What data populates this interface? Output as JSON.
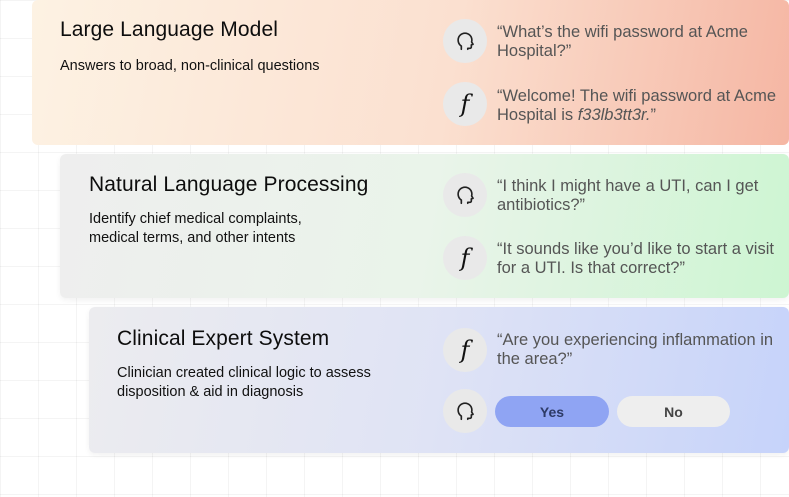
{
  "layers": [
    {
      "title": "Large Language Model",
      "description": "Answers to broad, non-clinical questions",
      "patient_message": "“What’s the wifi password at Acme Hospital?”",
      "bot_message_prefix": "“Welcome! The wifi password at Acme Hospital is ",
      "bot_message_code": "f33lb3tt3r.",
      "bot_message_suffix": "”"
    },
    {
      "title": "Natural Language Processing",
      "description": "Identify chief medical complaints, medical terms, and other intents",
      "patient_message": "“I think I might have a UTI, can I get antibiotics?”",
      "bot_message": "“It sounds like you’d like to start a visit for a UTI. Is that correct?”"
    },
    {
      "title": "Clinical Expert System",
      "description": "Clinician created clinical logic to assess disposition & aid in diagnosis",
      "bot_message": "“Are you experiencing inflammation in the area?”",
      "yes_label": "Yes",
      "no_label": "No"
    }
  ],
  "avatars": {
    "patient_icon": "head-silhouette-icon",
    "bot_icon": "f-logo-icon",
    "bot_glyph": "f"
  },
  "colors": {
    "yes_button": "#8fa4f3",
    "no_button": "#eeeeee"
  }
}
